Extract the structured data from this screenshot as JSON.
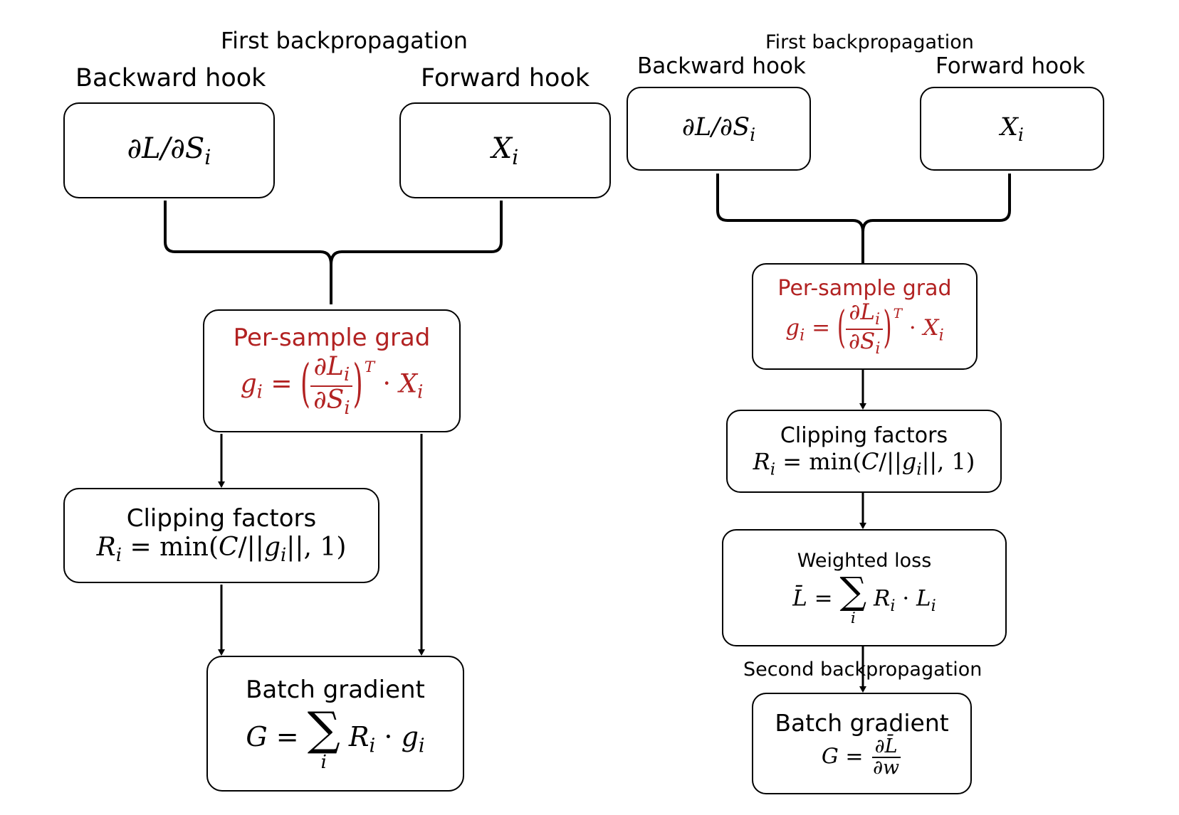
{
  "left": {
    "title": "First backpropagation",
    "backward_hook": {
      "label": "Backward hook",
      "expr": "∂L/∂S",
      "sub": "i"
    },
    "forward_hook": {
      "label": "Forward hook",
      "expr": "X",
      "sub": "i"
    },
    "per_sample": {
      "title": "Per-sample grad",
      "lhs": "g",
      "lhs_sub": "i",
      "eq": "=",
      "num": "∂L",
      "num_sub": "i",
      "den": "∂S",
      "den_sub": "i",
      "sup": "T",
      "dot": "·",
      "rhs": "X",
      "rhs_sub": "i"
    },
    "clipping": {
      "title": "Clipping factors",
      "lhs": "R",
      "lhs_sub": "i",
      "eq": "=",
      "fn": "min(",
      "arg1": "C",
      "mid": "/||",
      "g": "g",
      "g_sub": "i",
      "tail": "||, 1)"
    },
    "batch": {
      "title": "Batch gradient",
      "lhs": "G",
      "eq": "=",
      "sigma": "∑",
      "sum_sub": "i",
      "r": "R",
      "r_sub": "i",
      "dot": "·",
      "g": "g",
      "g_sub": "i"
    }
  },
  "right": {
    "title": "First backpropagation",
    "backward_hook": {
      "label": "Backward hook",
      "expr": "∂L/∂S",
      "sub": "i"
    },
    "forward_hook": {
      "label": "Forward hook",
      "expr": "X",
      "sub": "i"
    },
    "per_sample": {
      "title": "Per-sample grad",
      "lhs": "g",
      "lhs_sub": "i",
      "eq": "=",
      "num": "∂L",
      "num_sub": "i",
      "den": "∂S",
      "den_sub": "i",
      "sup": "T",
      "dot": "·",
      "rhs": "X",
      "rhs_sub": "i"
    },
    "clipping": {
      "title": "Clipping factors",
      "lhs": "R",
      "lhs_sub": "i",
      "eq": "=",
      "fn": "min(",
      "arg1": "C",
      "mid": "/||",
      "g": "g",
      "g_sub": "i",
      "tail": "||, 1)"
    },
    "weighted_loss": {
      "title": "Weighted loss",
      "lhs": "L̄",
      "eq": "=",
      "sigma": "∑",
      "sum_sub": "i",
      "r": "R",
      "r_sub": "i",
      "dot": "·",
      "l": "L",
      "l_sub": "i"
    },
    "second_backprop": "Second backpropagation",
    "batch": {
      "title": "Batch gradient",
      "lhs": "G",
      "eq": "=",
      "num": "∂L̄",
      "den": "∂w"
    }
  },
  "colors": {
    "accent_red": "#b22222",
    "stroke": "#000000"
  }
}
